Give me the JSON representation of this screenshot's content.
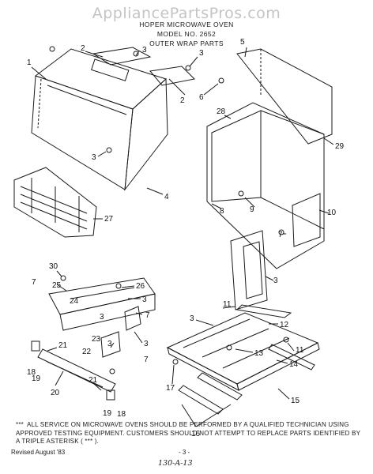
{
  "watermark": "AppliancePartsPros.com",
  "header": {
    "line1": "HOPER MICROWAVE OVEN",
    "line2": "MODEL NO. 2652",
    "line3": "OUTER WRAP PARTS"
  },
  "callouts": [
    {
      "label": "1"
    },
    {
      "label": "2"
    },
    {
      "label": "2"
    },
    {
      "label": "3"
    },
    {
      "label": "3"
    },
    {
      "label": "3"
    },
    {
      "label": "4"
    },
    {
      "label": "5"
    },
    {
      "label": "6"
    },
    {
      "label": "28"
    },
    {
      "label": "29"
    },
    {
      "label": "27"
    },
    {
      "label": "8"
    },
    {
      "label": "9"
    },
    {
      "label": "10"
    },
    {
      "label": "7"
    },
    {
      "label": "3"
    },
    {
      "label": "30"
    },
    {
      "label": "25"
    },
    {
      "label": "7"
    },
    {
      "label": "26"
    },
    {
      "label": "3"
    },
    {
      "label": "24"
    },
    {
      "label": "7"
    },
    {
      "label": "3"
    },
    {
      "label": "3"
    },
    {
      "label": "3"
    },
    {
      "label": "21"
    },
    {
      "label": "23"
    },
    {
      "label": "22"
    },
    {
      "label": "7"
    },
    {
      "label": "18"
    },
    {
      "label": "19"
    },
    {
      "label": "20"
    },
    {
      "label": "21"
    },
    {
      "label": "19"
    },
    {
      "label": "18"
    },
    {
      "label": "11"
    },
    {
      "label": "12"
    },
    {
      "label": "3"
    },
    {
      "label": "13"
    },
    {
      "label": "11"
    },
    {
      "label": "14"
    },
    {
      "label": "17"
    },
    {
      "label": "15"
    },
    {
      "label": "16"
    }
  ],
  "note": {
    "asterisks": "***",
    "text": "ALL SERVICE ON MICROWAVE OVENS SHOULD BE PERFORMED BY A QUALIFIED TECHNICIAN USING APPROVED TESTING EQUIPMENT. CUSTOMERS SHOULD NOT ATTEMPT TO REPLACE PARTS IDENTIFIED BY A TRIPLE ASTERISK ( *** )."
  },
  "footer": {
    "revised": "Revised August '83",
    "page": "- 3 -",
    "handwritten": "130-A-13"
  },
  "colors": {
    "ink": "#1a1a1a",
    "watermark": "#c4c4c4",
    "background": "#ffffff"
  }
}
